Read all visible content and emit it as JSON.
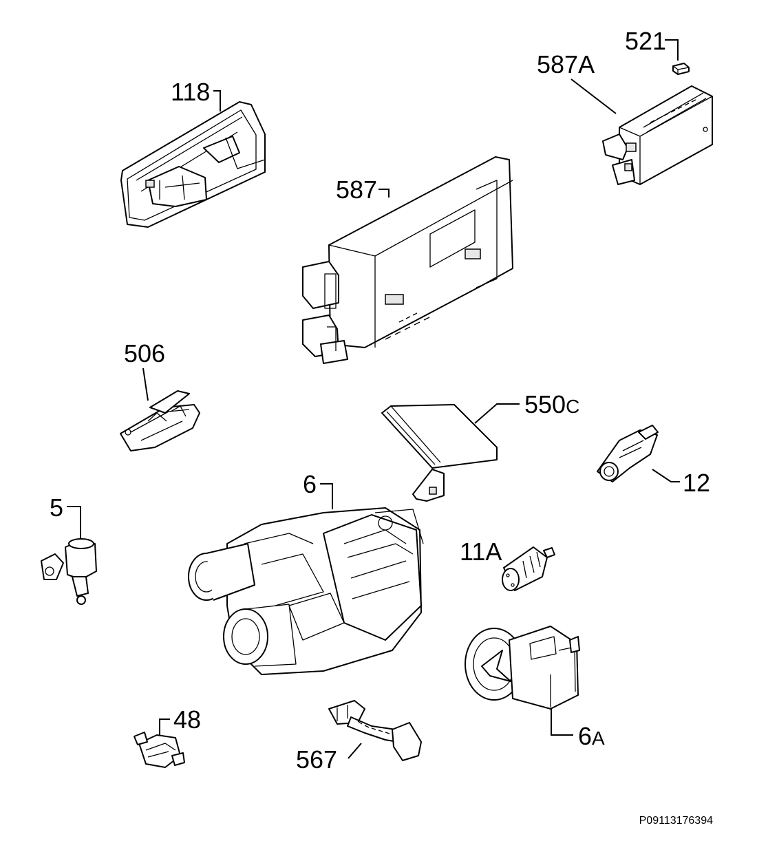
{
  "callouts": {
    "c521": "521",
    "c587a": "587A",
    "c118": "118",
    "c587": "587",
    "c506": "506",
    "c550c_main": "550",
    "c550c_suffix": "C",
    "c12": "12",
    "c5": "5",
    "c6": "6",
    "c11a": "11A",
    "c48": "48",
    "c567": "567",
    "c6a_main": "6",
    "c6a_suffix": "A"
  },
  "reference_code": "P09113176394"
}
